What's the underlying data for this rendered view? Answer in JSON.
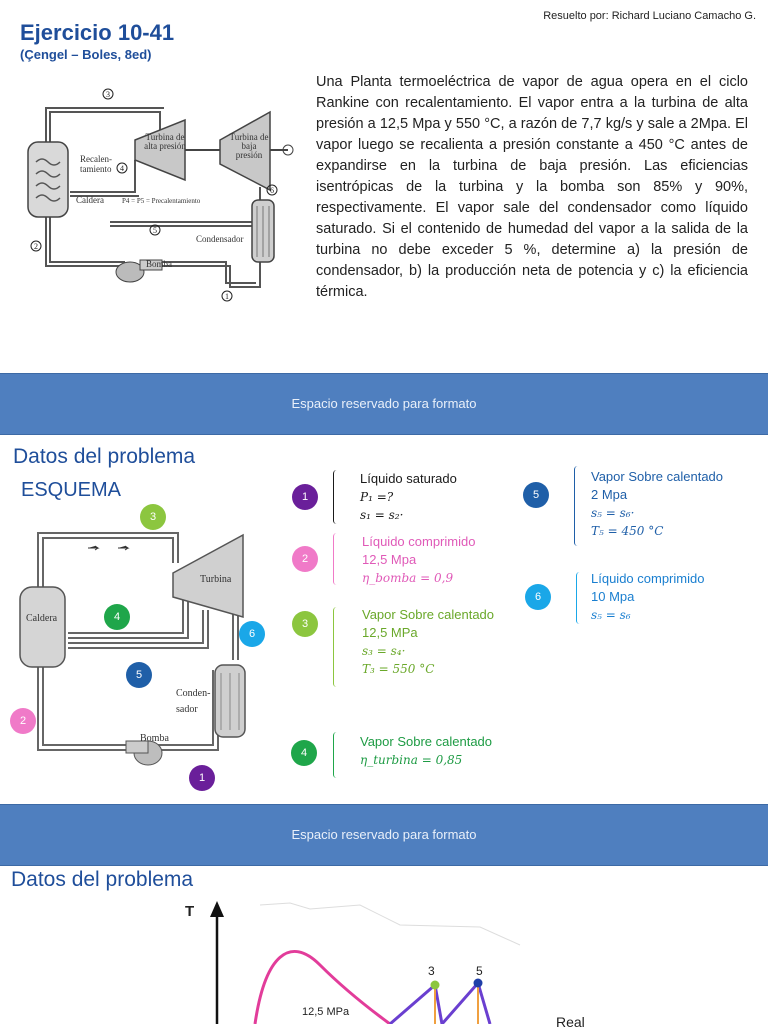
{
  "header": {
    "title": "Ejercicio 10-41",
    "subtitle": "(Çengel – Boles, 8ed)",
    "author": "Resuelto por: Richard Luciano Camacho G."
  },
  "problem_text": "Una Planta termoeléctrica  de vapor de agua opera en el ciclo Rankine con recalentamiento. El vapor entra a la turbina de alta presión a 12,5 Mpa y 550 °C, a razón de 7,7 kg/s y sale a 2Mpa. El vapor  luego se recalienta a presión constante a 450 °C antes de expandirse en la turbina de baja presión. Las eficiencias isentrópicas de la turbina y la bomba son 85% y 90%, respectivamente. El vapor sale del condensador como líquido saturado. Si el contenido de humedad del vapor a la salida de la turbina no debe exceder 5 %, determine a) la presión de condensador, b) la producción neta de potencia y c) la eficiencia térmica.",
  "book_diagram": {
    "labels": {
      "turbina_alta": "Turbina de alta presión",
      "turbina_baja": "Turbina de baja presión",
      "recalentamiento": "Recalen- tamiento",
      "caldera": "Caldera",
      "presion_eq": "P4 = P5 = Precalentamiento",
      "condensador": "Condensador",
      "bomba": "Bomba"
    },
    "states": [
      "1",
      "2",
      "3",
      "4",
      "5",
      "6"
    ]
  },
  "bands": {
    "top": "Espacio reservado para formato",
    "bottom": "Espacio reservado para formato"
  },
  "section1": {
    "title": "Datos del problema",
    "esquema": "ESQUEMA"
  },
  "scheme": {
    "caldera": "Caldera",
    "turbina": "Turbina",
    "condensador": "Conden- sador",
    "bomba": "Bomba"
  },
  "states": [
    {
      "n": "1",
      "color": "#6a1f9a",
      "text_color": "#1a1a1a",
      "title": "Líquido saturado",
      "lines": [
        "P₁ =?",
        "s₁ = s₂·"
      ]
    },
    {
      "n": "2",
      "color": "#f07ac8",
      "text_color": "#e05ab8",
      "title": "Líquido comprimido",
      "sub": "12,5 Mpa",
      "lines": [
        "η_bomba = 0,9"
      ]
    },
    {
      "n": "3",
      "color": "#8cc63f",
      "text_color": "#6aa82a",
      "title": "Vapor Sobre calentado",
      "sub": "12,5 MPa",
      "lines": [
        "s₃ = s₄·",
        "T₃ = 550 °C"
      ]
    },
    {
      "n": "4",
      "color": "#1fa64a",
      "text_color": "#1e9b44",
      "title": "Vapor Sobre calentado",
      "lines": [
        "η_turbina = 0,85"
      ]
    },
    {
      "n": "5",
      "color": "#1f5fa8",
      "text_color": "#1f5fa8",
      "title": "Vapor Sobre calentado",
      "sub": "2 Mpa",
      "lines": [
        "s₅ = s₆·",
        "T₅ = 450 °C"
      ]
    },
    {
      "n": "6",
      "color": "#1aa7e8",
      "text_color": "#1a7fd0",
      "title": "Líquido comprimido",
      "sub": "10 Mpa",
      "lines": [
        "s₅ = s₆"
      ]
    }
  ],
  "section2": {
    "title": "Datos del problema"
  },
  "ts_diagram": {
    "axis_label": "T",
    "pressure_label": "12,5 MPa",
    "point_labels": [
      "3",
      "5"
    ],
    "real_label": "Real"
  }
}
